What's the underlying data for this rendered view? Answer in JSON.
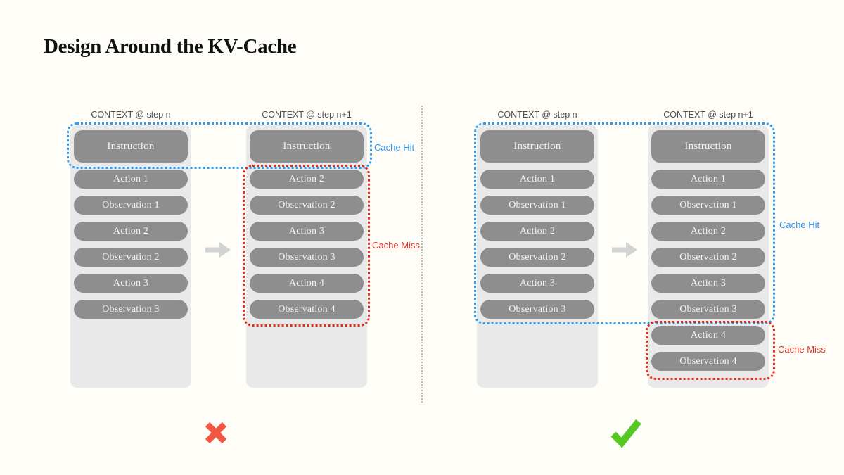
{
  "title": "Design Around the KV-Cache",
  "panels": [
    {
      "name": "bad-design",
      "verdict": "cross",
      "cache_hit_label": "Cache Hit",
      "cache_miss_label": "Cache Miss",
      "columns": [
        {
          "header": "CONTEXT @ step n",
          "blocks": [
            "Instruction",
            "Action 1",
            "Observation 1",
            "Action 2",
            "Observation 2",
            "Action 3",
            "Observation 3"
          ]
        },
        {
          "header": "CONTEXT @ step n+1",
          "blocks": [
            "Instruction",
            "Action 2",
            "Observation 2",
            "Action 3",
            "Observation 3",
            "Action 4",
            "Observation 4"
          ]
        }
      ]
    },
    {
      "name": "good-design",
      "verdict": "check",
      "cache_hit_label": "Cache Hit",
      "cache_miss_label": "Cache Miss",
      "columns": [
        {
          "header": "CONTEXT @ step n",
          "blocks": [
            "Instruction",
            "Action 1",
            "Observation 1",
            "Action 2",
            "Observation 2",
            "Action 3",
            "Observation 3"
          ]
        },
        {
          "header": "CONTEXT @ step n+1",
          "blocks": [
            "Instruction",
            "Action 1",
            "Observation 1",
            "Action 2",
            "Observation 2",
            "Action 3",
            "Observation 3",
            "Action 4",
            "Observation 4"
          ]
        }
      ]
    }
  ],
  "colors": {
    "cache_hit_blue": "#2e9bf3",
    "cache_miss_red": "#e42b17",
    "cross_red": "#f4573f",
    "check_green": "#55c824",
    "block_gray": "#8e8e8e",
    "column_gray": "#e9e9e9",
    "arrow_gray": "#d3d3d3"
  }
}
